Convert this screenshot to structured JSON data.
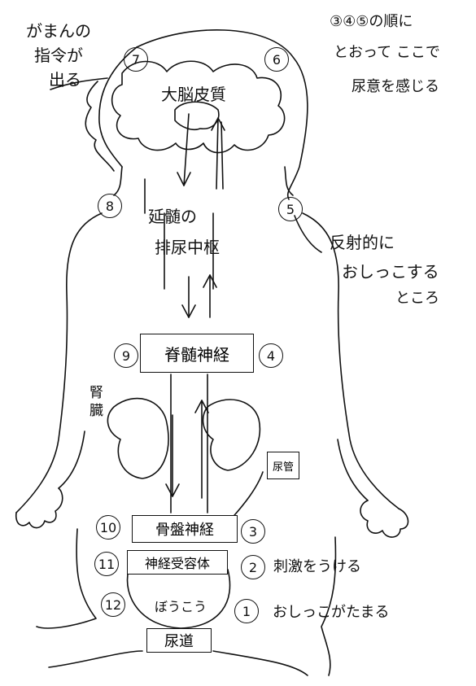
{
  "labels": {
    "gaman_line1": "がまんの",
    "gaman_line2": "指令が",
    "gaman_line3": "出る",
    "order_line1": "③④⑤の順に",
    "order_line2": "とおって ここで",
    "order_line3": "尿意を感じる",
    "cortex": "大脳皮質",
    "medulla_line1": "延髄の",
    "medulla_line2": "排尿中枢",
    "reflex_line1": "反射的に",
    "reflex_line2": "おしっこする",
    "reflex_line3": "ところ",
    "spinal": "脊髄神経",
    "kidney": "腎臓",
    "ureter": "尿管",
    "pelvic": "骨盤神経",
    "receptor": "神経受容体",
    "stimulus": "刺激をうける",
    "bladder": "ぼうこう",
    "collect": "おしっこがたまる",
    "urethra": "尿道"
  },
  "numbers": {
    "n1": "1",
    "n2": "2",
    "n3": "3",
    "n4": "4",
    "n5": "5",
    "n6": "6",
    "n7": "7",
    "n8": "8",
    "n9": "9",
    "n10": "10",
    "n11": "11",
    "n12": "12"
  }
}
